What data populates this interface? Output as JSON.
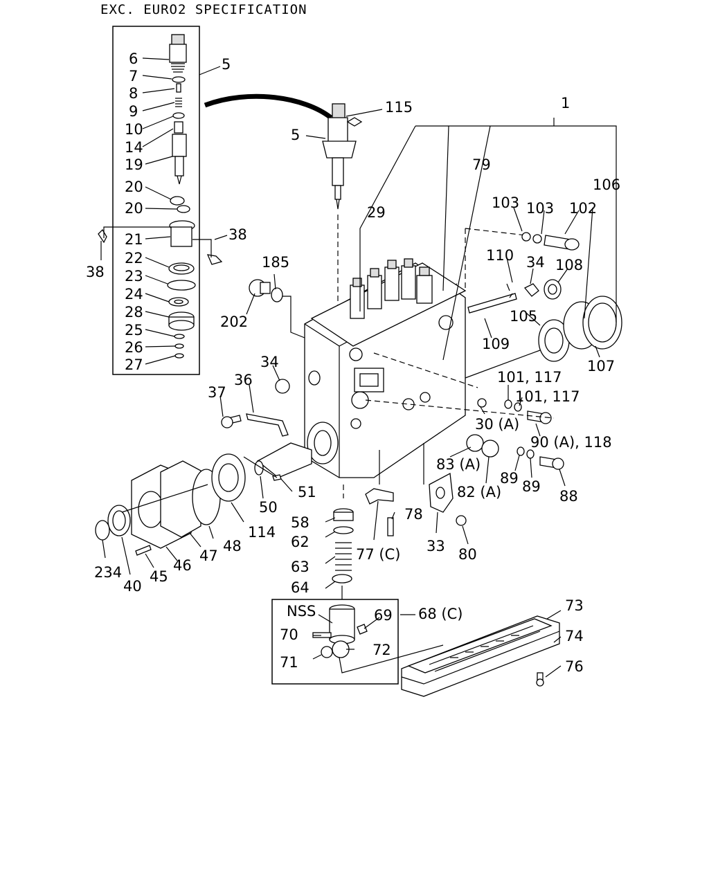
{
  "header": {
    "title": "EXC. EURO2 SPECIFICATION"
  },
  "callouts": {
    "c6": "6",
    "c7": "7",
    "c8": "8",
    "c9": "9",
    "c10": "10",
    "c14": "14",
    "c19": "19",
    "c20a": "20",
    "c20b": "20",
    "c21": "21",
    "c22": "22",
    "c23": "23",
    "c24": "24",
    "c28": "28",
    "c25": "25",
    "c26": "26",
    "c27": "27",
    "c5a": "5",
    "c38a": "38",
    "c38b": "38",
    "c5b": "5",
    "c115": "115",
    "c1": "1",
    "c79": "79",
    "c106": "106",
    "c29": "29",
    "c103a": "103",
    "c103b": "103",
    "c102": "102",
    "c110": "110",
    "c34a": "34",
    "c108": "108",
    "c185": "185",
    "c202": "202",
    "c105": "105",
    "c109": "109",
    "c107": "107",
    "c34b": "34",
    "c36": "36",
    "c37": "37",
    "c101a": "101, 117",
    "c101b": "101, 117",
    "c30": "30 (A)",
    "c90": "90 (A), 118",
    "c83": "83 (A)",
    "c89a": "89",
    "c89b": "89",
    "c82": "82 (A)",
    "c88": "88",
    "c51": "51",
    "c50": "50",
    "c114": "114",
    "c48": "48",
    "c47": "47",
    "c46": "46",
    "c45": "45",
    "c40": "40",
    "c234": "234",
    "c58": "58",
    "c62": "62",
    "c63": "63",
    "c64": "64",
    "c78": "78",
    "c77": "77 (C)",
    "c33": "33",
    "c80": "80",
    "cNSS": "NSS",
    "c69": "69",
    "c68": "68 (C)",
    "c70": "70",
    "c71": "71",
    "c72": "72",
    "c73": "73",
    "c74": "74",
    "c76": "76"
  }
}
